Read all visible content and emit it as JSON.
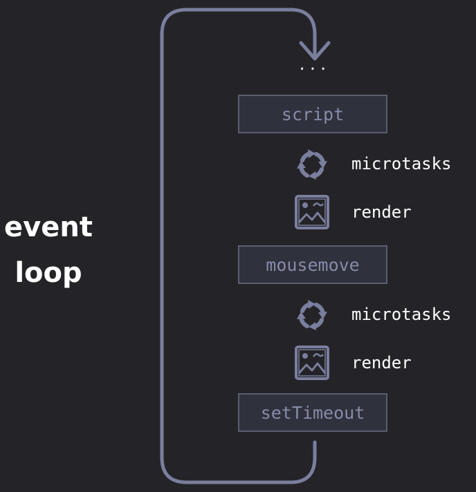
{
  "title": {
    "line1": "event",
    "line2": "loop"
  },
  "ellipsis": "...",
  "tasks": [
    "script",
    "mousemove",
    "setTimeout"
  ],
  "steps": {
    "microtasks_label": "microtasks",
    "render_label": "render"
  },
  "colors": {
    "background": "#242428",
    "loop_line": "#7b7f9e",
    "task_border": "#5a5e6e",
    "task_fill": "#2f313d",
    "task_text": "#878ca8",
    "icon": "#7b7f9e",
    "label_text": "#ffffff"
  },
  "icons": {
    "microtasks": "refresh-cycle-icon",
    "render": "image-icon"
  }
}
